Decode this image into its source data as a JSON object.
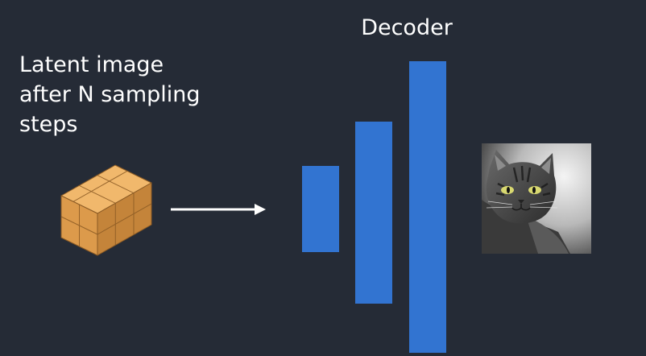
{
  "latent_label": {
    "lines": [
      "Latent image",
      "after N sampling",
      "steps"
    ]
  },
  "decoder": {
    "title": "Decoder",
    "bars": 3
  },
  "colors": {
    "background": "#252b36",
    "text": "#ffffff",
    "decoder_bar": "#3274d1",
    "cube_top": "#f1b86c",
    "cube_left": "#dc9a4b",
    "cube_right": "#c4843a",
    "arrow": "#ffffff"
  },
  "icons": {
    "latent": "cube-icon",
    "flow": "arrow-right-icon",
    "output": "cat-image"
  }
}
